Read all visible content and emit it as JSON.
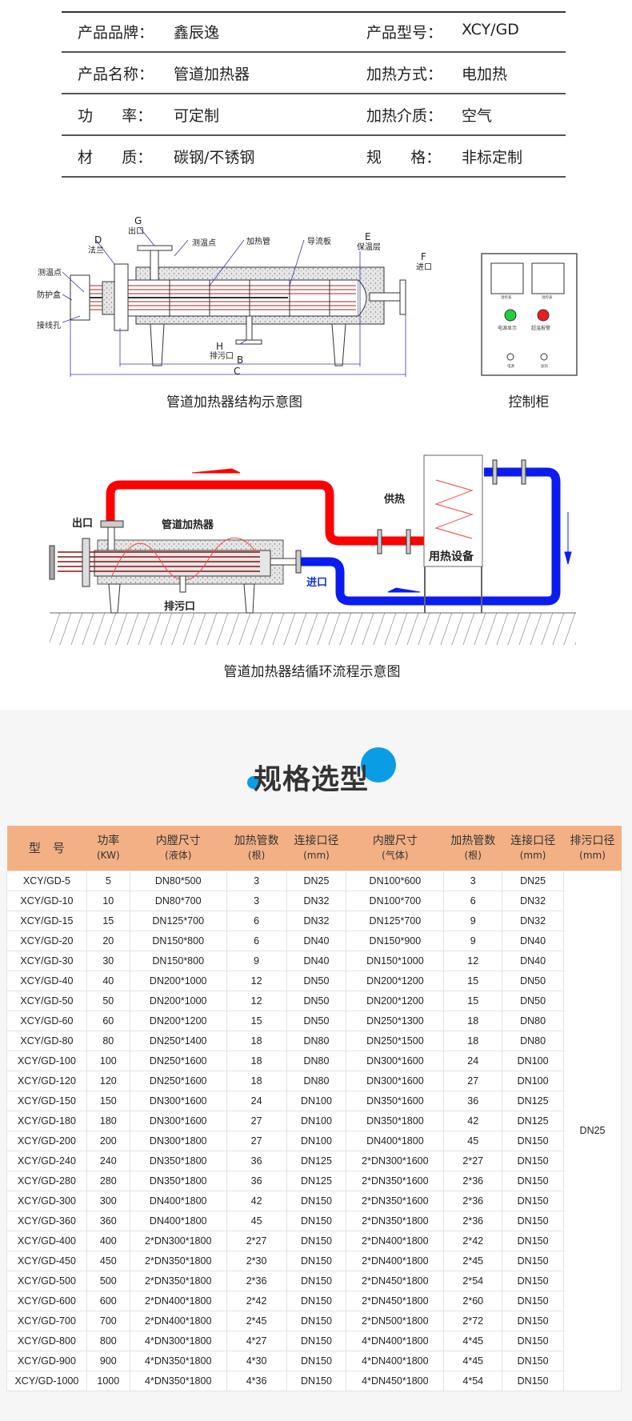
{
  "spec_rows": [
    {
      "label1": "产品品牌：",
      "value1": "鑫辰逸",
      "label2": "产品型号：",
      "value2": "XCY/GD"
    },
    {
      "label1": "产品名称：",
      "value1": "管道加热器",
      "label2": "加热方式：",
      "value2": "电加热"
    },
    {
      "label1": "功      率：",
      "value1": "可定制",
      "label2": "加热介质：",
      "value2": "空气"
    },
    {
      "label1": "材      质：",
      "value1": "碳钢/不锈钢",
      "label2": "规      格：",
      "value2": "非标定制"
    }
  ],
  "structure_diagram": {
    "caption": "管道加热器结构示意图",
    "labels": {
      "g": "G",
      "outlet": "出口",
      "d": "D",
      "flange": "法兰",
      "temp_point_top": "测温点",
      "heating_tube": "加热管",
      "baffle": "导流板",
      "e": "E",
      "insulation": "保温层",
      "f": "F",
      "inlet": "进口",
      "temp_point_left": "测温点",
      "protective_box": "防护盒",
      "wiring_hole": "接线孔",
      "h": "H",
      "drain": "排污口",
      "b": "B",
      "c": "C"
    }
  },
  "control_cabinet": {
    "caption": "控制柜",
    "power_indicator": "电源显示",
    "overtemp_alarm": "超温报警",
    "meter1": "温控表",
    "meter2": "温控表",
    "switch1": "电源",
    "switch2": "加热"
  },
  "flow_diagram": {
    "caption": "管道加热器结循环流程示意图",
    "labels": {
      "outlet": "出口",
      "heater": "管道加热器",
      "supply": "供热",
      "equipment": "用热设备",
      "inlet": "进口",
      "drain": "排污口"
    }
  },
  "colors": {
    "hot_pipe": "#ff0000",
    "cold_pipe": "#0a1cf0",
    "header_bg": "#f3b084",
    "accent": "#0a9de6"
  },
  "selection": {
    "title": "规格选型",
    "headers": [
      [
        "型　号",
        ""
      ],
      [
        "功率",
        "(KW)"
      ],
      [
        "内膛尺寸",
        "(液体)"
      ],
      [
        "加热管数",
        "(根)"
      ],
      [
        "连接口径",
        "(mm)"
      ],
      [
        "内膛尺寸",
        "(气体)"
      ],
      [
        "加热管数",
        "(根)"
      ],
      [
        "连接口径",
        "(mm)"
      ],
      [
        "排污口径",
        "(mm)"
      ]
    ],
    "drain_diameter": "DN25",
    "rows": [
      [
        "XCY/GD-5",
        "5",
        "DN80*500",
        "3",
        "DN25",
        "DN100*600",
        "3",
        "DN25"
      ],
      [
        "XCY/GD-10",
        "10",
        "DN80*700",
        "3",
        "DN32",
        "DN100*700",
        "6",
        "DN32"
      ],
      [
        "XCY/GD-15",
        "15",
        "DN125*700",
        "6",
        "DN32",
        "DN125*700",
        "9",
        "DN32"
      ],
      [
        "XCY/GD-20",
        "20",
        "DN150*800",
        "6",
        "DN40",
        "DN150*900",
        "9",
        "DN40"
      ],
      [
        "XCY/GD-30",
        "30",
        "DN150*800",
        "9",
        "DN40",
        "DN150*1000",
        "12",
        "DN40"
      ],
      [
        "XCY/GD-40",
        "40",
        "DN200*1000",
        "12",
        "DN50",
        "DN200*1200",
        "15",
        "DN50"
      ],
      [
        "XCY/GD-50",
        "50",
        "DN200*1000",
        "12",
        "DN50",
        "DN200*1200",
        "15",
        "DN50"
      ],
      [
        "XCY/GD-60",
        "60",
        "DN200*1200",
        "15",
        "DN50",
        "DN250*1300",
        "18",
        "DN80"
      ],
      [
        "XCY/GD-80",
        "80",
        "DN250*1400",
        "18",
        "DN80",
        "DN250*1500",
        "18",
        "DN80"
      ],
      [
        "XCY/GD-100",
        "100",
        "DN250*1600",
        "18",
        "DN80",
        "DN300*1600",
        "24",
        "DN100"
      ],
      [
        "XCY/GD-120",
        "120",
        "DN250*1600",
        "18",
        "DN80",
        "DN300*1600",
        "27",
        "DN100"
      ],
      [
        "XCY/GD-150",
        "150",
        "DN300*1600",
        "24",
        "DN100",
        "DN350*1600",
        "36",
        "DN125"
      ],
      [
        "XCY/GD-180",
        "180",
        "DN300*1600",
        "27",
        "DN100",
        "DN350*1800",
        "42",
        "DN125"
      ],
      [
        "XCY/GD-200",
        "200",
        "DN300*1800",
        "27",
        "DN100",
        "DN400*1800",
        "45",
        "DN150"
      ],
      [
        "XCY/GD-240",
        "240",
        "DN350*1800",
        "36",
        "DN125",
        "2*DN300*1600",
        "2*27",
        "DN150"
      ],
      [
        "XCY/GD-280",
        "280",
        "DN350*1800",
        "36",
        "DN125",
        "2*DN350*1600",
        "2*36",
        "DN150"
      ],
      [
        "XCY/GD-300",
        "300",
        "DN400*1800",
        "42",
        "DN150",
        "2*DN350*1600",
        "2*36",
        "DN150"
      ],
      [
        "XCY/GD-360",
        "360",
        "DN400*1800",
        "45",
        "DN150",
        "2*DN350*1800",
        "2*36",
        "DN150"
      ],
      [
        "XCY/GD-400",
        "400",
        "2*DN300*1800",
        "2*27",
        "DN150",
        "2*DN400*1800",
        "2*42",
        "DN150"
      ],
      [
        "XCY/GD-450",
        "450",
        "2*DN350*1800",
        "2*30",
        "DN150",
        "2*DN400*1800",
        "2*45",
        "DN150"
      ],
      [
        "XCY/GD-500",
        "500",
        "2*DN350*1800",
        "2*36",
        "DN150",
        "2*DN450*1800",
        "2*54",
        "DN150"
      ],
      [
        "XCY/GD-600",
        "600",
        "2*DN400*1800",
        "2*42",
        "DN150",
        "2*DN450*1800",
        "2*60",
        "DN150"
      ],
      [
        "XCY/GD-700",
        "700",
        "2*DN400*1800",
        "2*45",
        "DN150",
        "2*DN500*1800",
        "2*72",
        "DN150"
      ],
      [
        "XCY/GD-800",
        "800",
        "4*DN300*1800",
        "4*27",
        "DN150",
        "4*DN400*1800",
        "4*45",
        "DN150"
      ],
      [
        "XCY/GD-900",
        "900",
        "4*DN350*1800",
        "4*30",
        "DN150",
        "4*DN400*1800",
        "4*45",
        "DN150"
      ],
      [
        "XCY/GD-1000",
        "1000",
        "4*DN350*1800",
        "4*36",
        "DN150",
        "4*DN450*1800",
        "4*54",
        "DN150"
      ]
    ]
  }
}
